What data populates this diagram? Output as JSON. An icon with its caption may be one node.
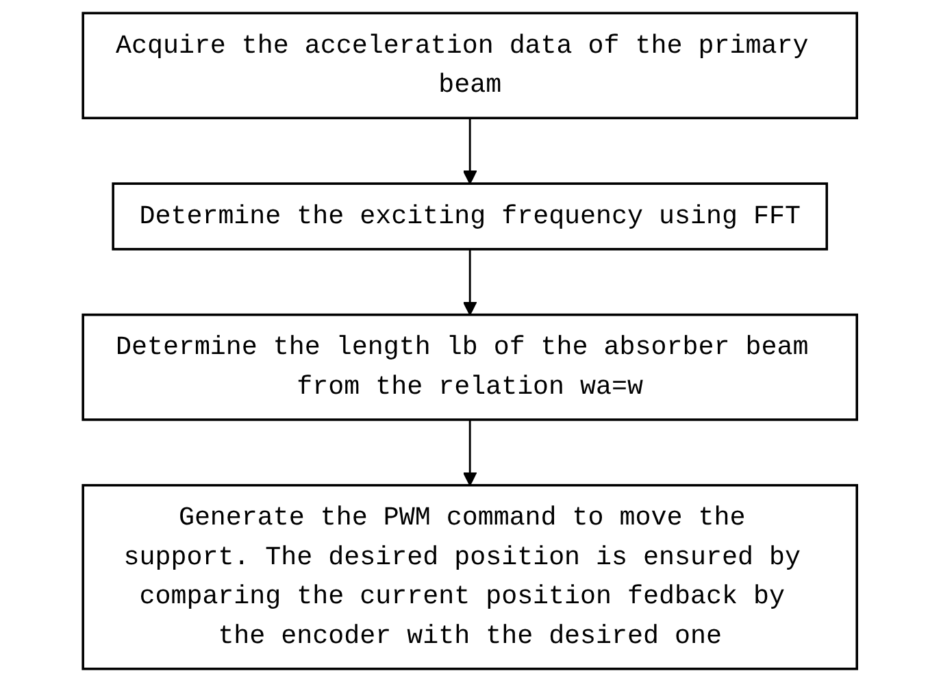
{
  "diagram": {
    "nodes": [
      {
        "text": [
          "Acquire the acceleration data of the primary beam"
        ]
      },
      {
        "text": [
          "Determine the exciting frequency using FFT"
        ]
      },
      {
        "text": [
          "Determine the length lb of the absorber beam from the relation wa=w"
        ]
      },
      {
        "text": [
          "Generate the PWM command to move the support. The desired position is ensured by comparing the current position fedback by the encoder with the desired one"
        ]
      }
    ],
    "edges": [
      {
        "from": 0,
        "to": 1,
        "arrow": "to"
      },
      {
        "from": 1,
        "to": 2,
        "arrow": "to"
      },
      {
        "from": 2,
        "to": 3,
        "arrow": "to"
      }
    ]
  }
}
